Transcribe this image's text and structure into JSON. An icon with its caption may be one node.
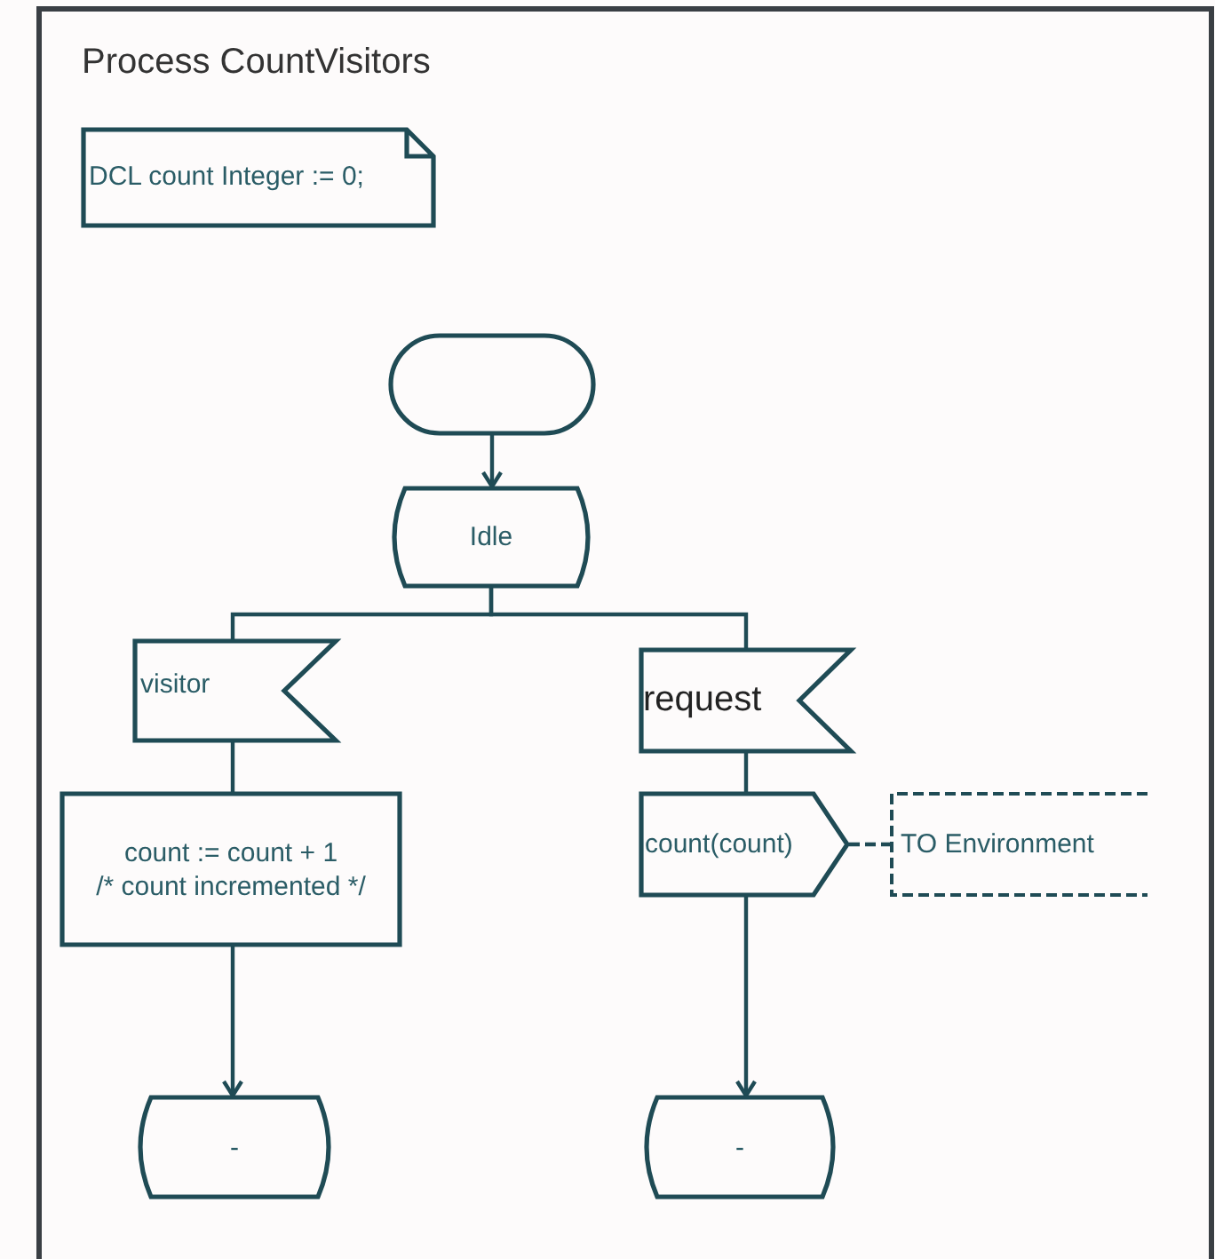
{
  "diagram": {
    "title": "Process CountVisitors",
    "nodes": [
      {
        "text": [
          "DCL count Integer := 0;"
        ]
      },
      {
        "text": [],
        "shape": "oval"
      },
      {
        "text": [
          "Idle"
        ]
      },
      {
        "text": [
          "visitor"
        ]
      },
      {
        "text": [
          "request"
        ]
      },
      {
        "text": [
          "count := count + 1",
          "/* count incremented */"
        ]
      },
      {
        "text": [
          "count(count)"
        ]
      },
      {
        "text": [
          "TO Environment"
        ]
      },
      {
        "text": [
          "-"
        ]
      },
      {
        "text": [
          "-"
        ]
      }
    ],
    "edges": [
      {
        "from": 1,
        "to": 2,
        "arrow": "to"
      },
      {
        "from": 2,
        "to": 3,
        "arrow": "none"
      },
      {
        "from": 2,
        "to": 4,
        "arrow": "none"
      },
      {
        "from": 3,
        "to": 5,
        "arrow": "none"
      },
      {
        "from": 4,
        "to": 6,
        "arrow": "none"
      },
      {
        "from": 5,
        "to": 8,
        "arrow": "to"
      },
      {
        "from": 6,
        "to": 9,
        "arrow": "to"
      },
      {
        "from": 6,
        "to": 7,
        "arrow": "none",
        "style": "dashed"
      }
    ]
  }
}
